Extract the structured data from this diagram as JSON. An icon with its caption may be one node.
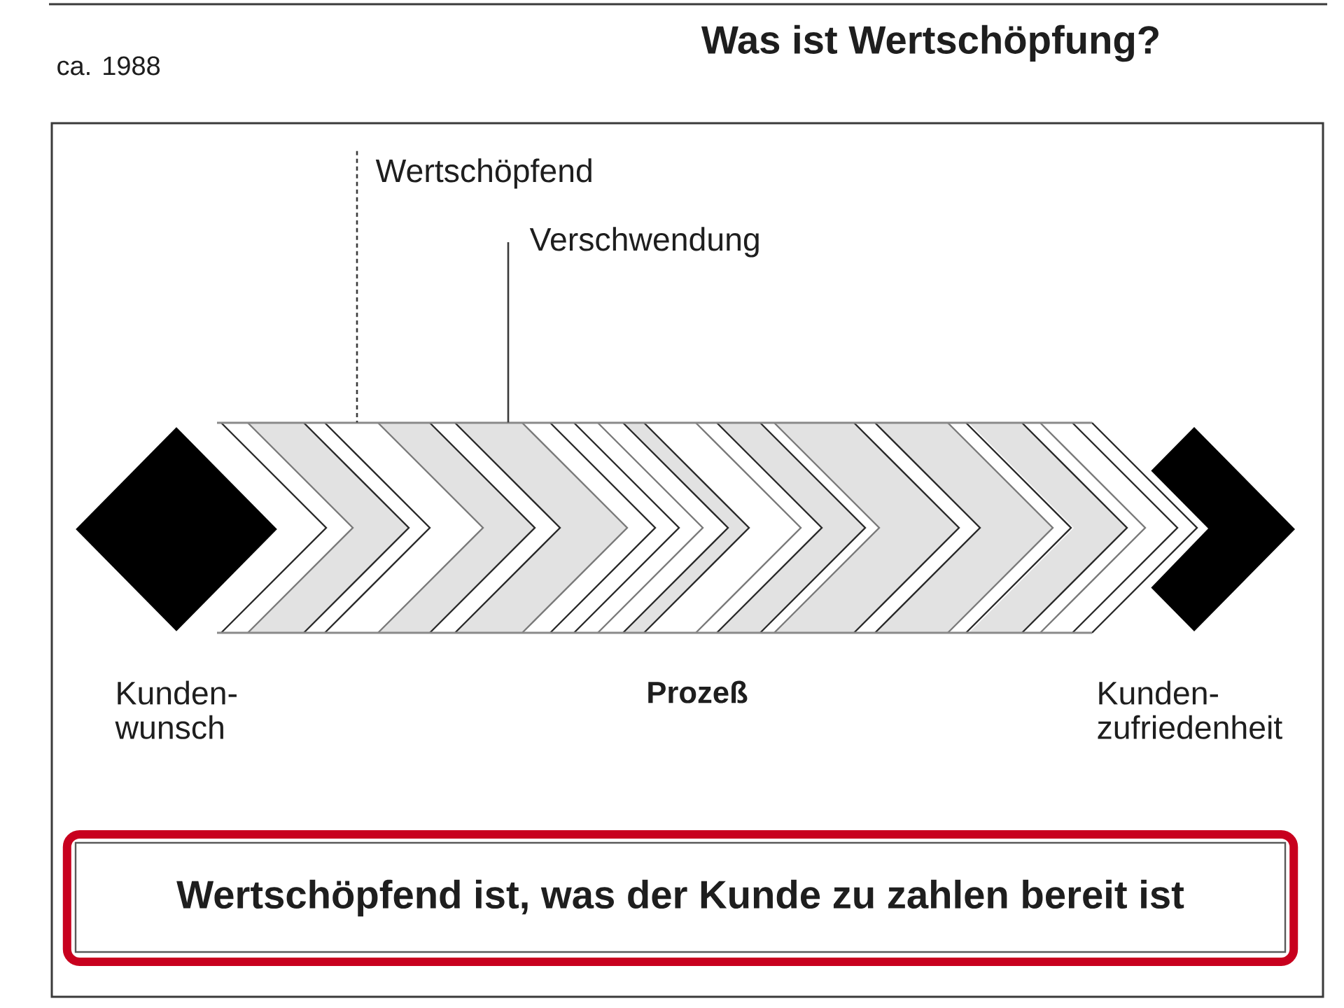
{
  "diagram": {
    "title": "Was ist Wertschöpfung?",
    "nodes": [
      {
        "text": [
          "Wertschöpfend"
        ]
      },
      {
        "text": [
          "Verschwendung"
        ]
      },
      {
        "text": [],
        "shape": "diamond",
        "beside": [
          "Kunden- wunsch"
        ]
      },
      {
        "text": [],
        "shape": "bar",
        "beside": [
          "Prozeß"
        ]
      },
      {
        "text": [],
        "shape": "diamond",
        "beside": [
          "Kunden- zufriedenheit"
        ]
      },
      {
        "text": [
          "Wertschöpfend ist, was der Kunde zu zahlen bereit ist"
        ]
      }
    ],
    "edges": [
      {
        "from": 0,
        "to": 3,
        "arrow": "none",
        "style": "dashed"
      },
      {
        "from": 1,
        "to": 3,
        "arrow": "none"
      }
    ],
    "labels": [
      "ca. 1988"
    ]
  }
}
